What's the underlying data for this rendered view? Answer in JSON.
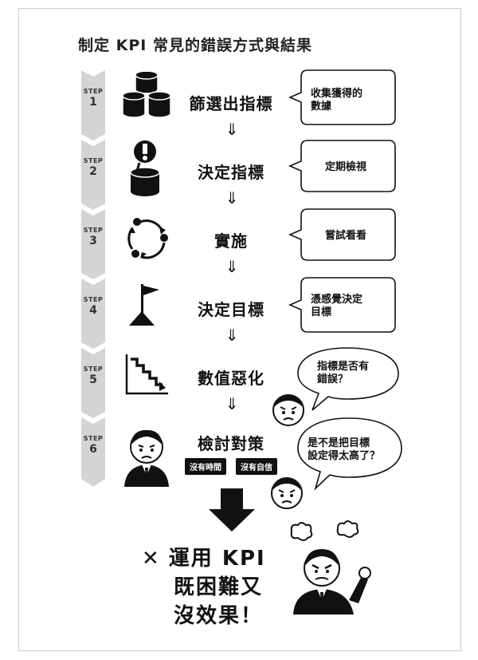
{
  "title": "制定 KPI 常見的錯誤方式與結果",
  "step_word": "STEP",
  "steps": [
    {
      "num": "1",
      "name": "篩選出指標",
      "icon": "database-stack-icon",
      "note": "收集獲得的\n數據"
    },
    {
      "num": "2",
      "name": "決定指標",
      "icon": "database-alert-icon",
      "note": "定期檢視"
    },
    {
      "num": "3",
      "name": "實施",
      "icon": "cycle-arrows-icon",
      "note": "嘗試看看"
    },
    {
      "num": "4",
      "name": "決定目標",
      "icon": "flag-summit-icon",
      "note": "憑感覺決定\n目標"
    },
    {
      "num": "5",
      "name": "數值惡化",
      "icon": "declining-stairs-icon",
      "note": "指標是否有\n錯誤？"
    },
    {
      "num": "6",
      "name": "檢討對策",
      "icon": "worried-person-icon",
      "note": "是不是把目標\n設定得太高了？"
    }
  ],
  "flow_arrow": "⇓",
  "tags": [
    "沒有時間",
    "沒有自信"
  ],
  "result": {
    "mark": "✕",
    "line1": "運用 KPI",
    "line2": "既困難又",
    "line3": "沒效果！"
  }
}
